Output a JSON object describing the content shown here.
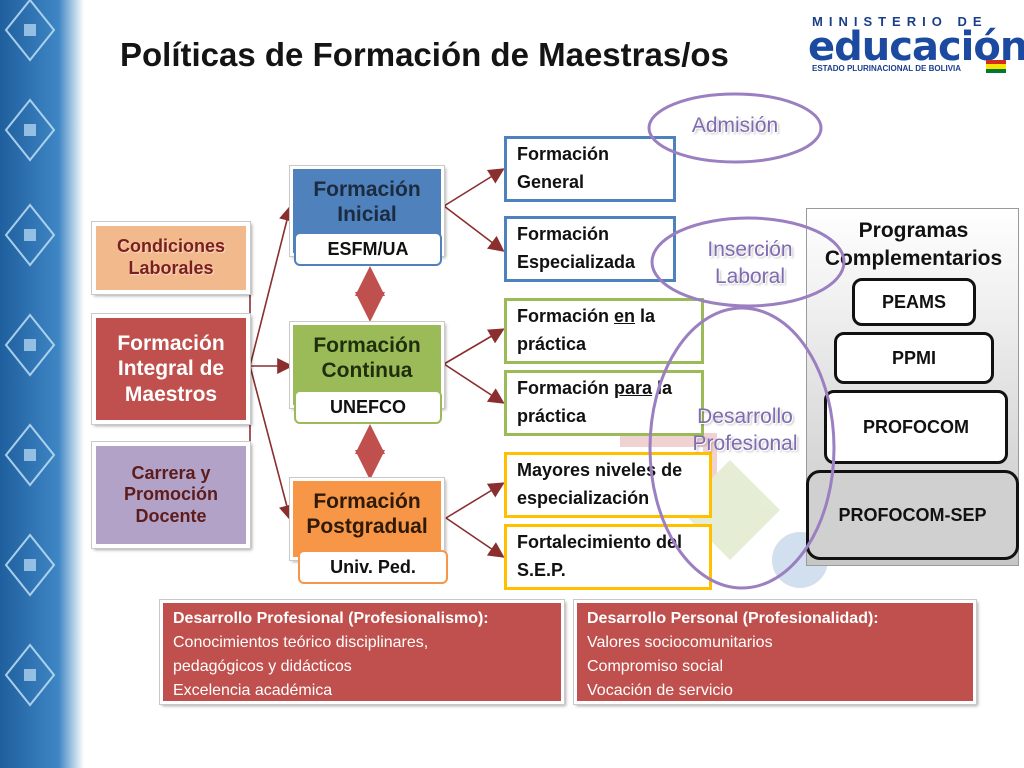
{
  "title": "Políticas de Formación de Maestras/os",
  "logo": {
    "line1": "MINISTERIO DE",
    "line2": "educación",
    "line3": "ESTADO PLURINACIONAL DE BOLIVIA",
    "flag_colors": [
      "#d52b1e",
      "#f9e300",
      "#007934"
    ]
  },
  "left": {
    "condiciones": "Condiciones Laborales",
    "integral": "Formación Integral de Maestros",
    "carrera": "Carrera y Promoción Docente"
  },
  "middle": {
    "inicial": {
      "label": "Formación Inicial",
      "sub": "ESFM/UA"
    },
    "continua": {
      "label": "Formación Continua",
      "sub": "UNEFCO"
    },
    "postgradual": {
      "label": "Formación Postgradual",
      "sub": "Univ. Ped."
    }
  },
  "right": {
    "general": "Formación General",
    "especializada": "Formación Especializada",
    "en_practica": {
      "pre": "Formación ",
      "u": "en",
      "post": " la práctica"
    },
    "para_practica": {
      "pre": "Formación ",
      "u": "para",
      "post": " la práctica"
    },
    "mayores": "Mayores niveles de especialización",
    "fortalecimiento": "Fortalecimiento del S.E.P."
  },
  "ovals": {
    "admision": "Admisión",
    "insercion": "Inserción Laboral",
    "desarrollo": "Desarrollo Profesional"
  },
  "programas": {
    "title": "Programas Complementarios",
    "items": [
      "PEAMS",
      "PPMI",
      "PROFOCOM",
      "PROFOCOM-SEP"
    ]
  },
  "bottom": {
    "profesional": {
      "heading": "Desarrollo Profesional (Profesionalismo):",
      "lines": [
        "Conocimientos teórico disciplinares,",
        "pedagógicos y didácticos",
        "Excelencia académica"
      ]
    },
    "personal": {
      "heading": "Desarrollo Personal (Profesionalidad):",
      "lines": [
        "Valores sociocomunitarios",
        "Compromiso social",
        "Vocación de servicio"
      ]
    }
  }
}
